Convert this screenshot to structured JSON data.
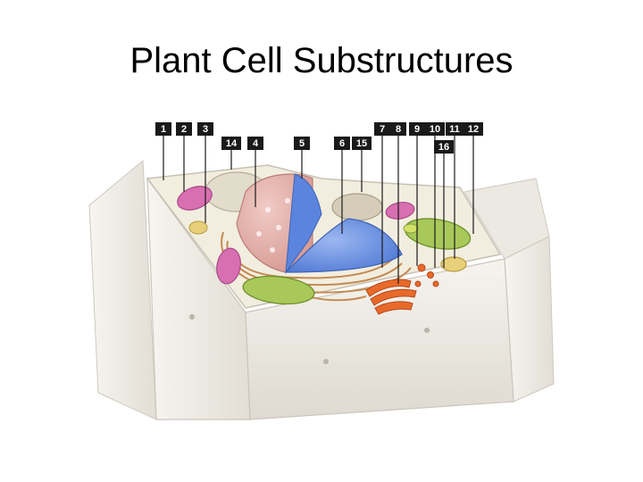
{
  "slide": {
    "title": "Plant Cell Substructures"
  },
  "diagram": {
    "labels": [
      "1",
      "2",
      "3",
      "14",
      "4",
      "5",
      "6",
      "15",
      "7",
      "8",
      "9",
      "10",
      "11",
      "12",
      "16"
    ],
    "colors": {
      "cell_wall": "#ece9e2",
      "cytoplasm": "#f2eedf",
      "nucleus_envelope": "#e6b5b0",
      "nucleus_interior": "#6f97e6",
      "endoplasmic_reticulum": "#c7925d",
      "mitochondria": "#d86fb0",
      "chloroplast": "#a8c95a",
      "golgi": "#e86a2a",
      "vacuole": "#d9d3c5",
      "label_box": "#1a1a1a"
    }
  }
}
